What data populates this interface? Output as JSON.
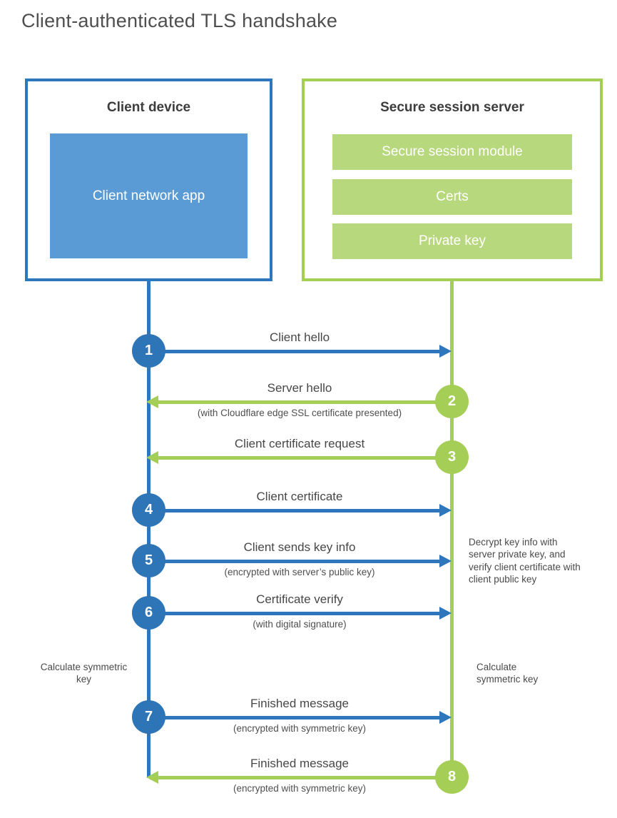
{
  "title": "Client-authenticated TLS handshake",
  "colors": {
    "client_accent": "#2e77bc",
    "client_fill": "#5b9bd5",
    "server_accent": "#a4ce55",
    "server_fill": "#b8d87e",
    "text_dark": "#3d3d3d",
    "text_gray": "#4a4a4a"
  },
  "client_box": {
    "title": "Client device",
    "module": "Client network app"
  },
  "server_box": {
    "title": "Secure session server",
    "modules": [
      "Secure session module",
      "Certs",
      "Private key"
    ]
  },
  "steps": [
    {
      "number": "1",
      "from": "client",
      "to": "server",
      "label": "Client hello",
      "sublabel": ""
    },
    {
      "number": "2",
      "from": "server",
      "to": "client",
      "label": "Server hello",
      "sublabel": "(with Cloudflare edge SSL certificate presented)"
    },
    {
      "number": "3",
      "from": "server",
      "to": "client",
      "label": "Client certificate request",
      "sublabel": ""
    },
    {
      "number": "4",
      "from": "client",
      "to": "server",
      "label": "Client certificate",
      "sublabel": ""
    },
    {
      "number": "5",
      "from": "client",
      "to": "server",
      "label": "Client sends key info",
      "sublabel": "(encrypted with server’s public key)"
    },
    {
      "number": "6",
      "from": "client",
      "to": "server",
      "label": "Certificate verify",
      "sublabel": "(with digital signature)"
    },
    {
      "number": "7",
      "from": "client",
      "to": "server",
      "label": "Finished message",
      "sublabel": "(encrypted with symmetric key)"
    },
    {
      "number": "8",
      "from": "server",
      "to": "client",
      "label": "Finished message",
      "sublabel": "(encrypted with symmetric key)"
    }
  ],
  "notes": {
    "server_side": "Decrypt key info with server private key, and verify client certificate with client public key",
    "client_calculate": "Calculate symmetric key",
    "server_calculate": "Calculate symmetric key"
  }
}
